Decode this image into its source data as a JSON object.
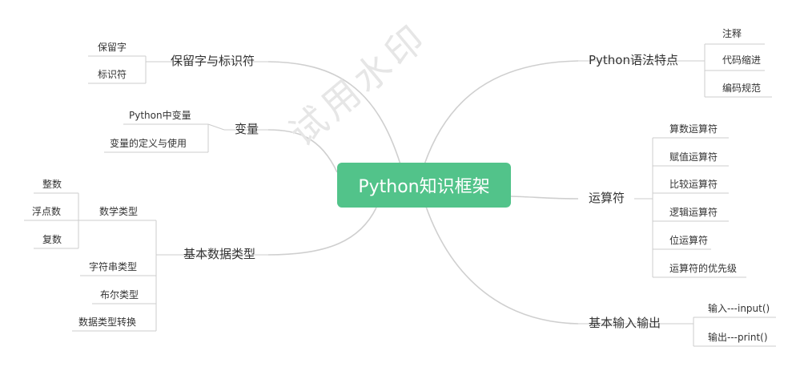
{
  "root": "Python知识框架",
  "watermark": "试用水印",
  "left": {
    "reserved": {
      "label": "保留字与标识符",
      "children": [
        "保留字",
        "标识符"
      ]
    },
    "variables": {
      "label": "变量",
      "children": [
        "Python中变量",
        "变量的定义与使用"
      ]
    },
    "datatypes": {
      "label": "基本数据类型",
      "numeric": {
        "label": "数学类型",
        "children": [
          "整数",
          "浮点数",
          "复数"
        ]
      },
      "string": "字符串类型",
      "bool": "布尔类型",
      "convert": "数据类型转换"
    }
  },
  "right": {
    "syntax": {
      "label": "Python语法特点",
      "children": [
        "注释",
        "代码缩进",
        "编码规范"
      ]
    },
    "operators": {
      "label": "运算符",
      "children": [
        "算数运算符",
        "赋值运算符",
        "比较运算符",
        "逻辑运算符",
        "位运算符",
        "运算符的优先级"
      ]
    },
    "io": {
      "label": "基本输入输出",
      "children": [
        "输入---input()",
        "输出---print()"
      ]
    }
  }
}
